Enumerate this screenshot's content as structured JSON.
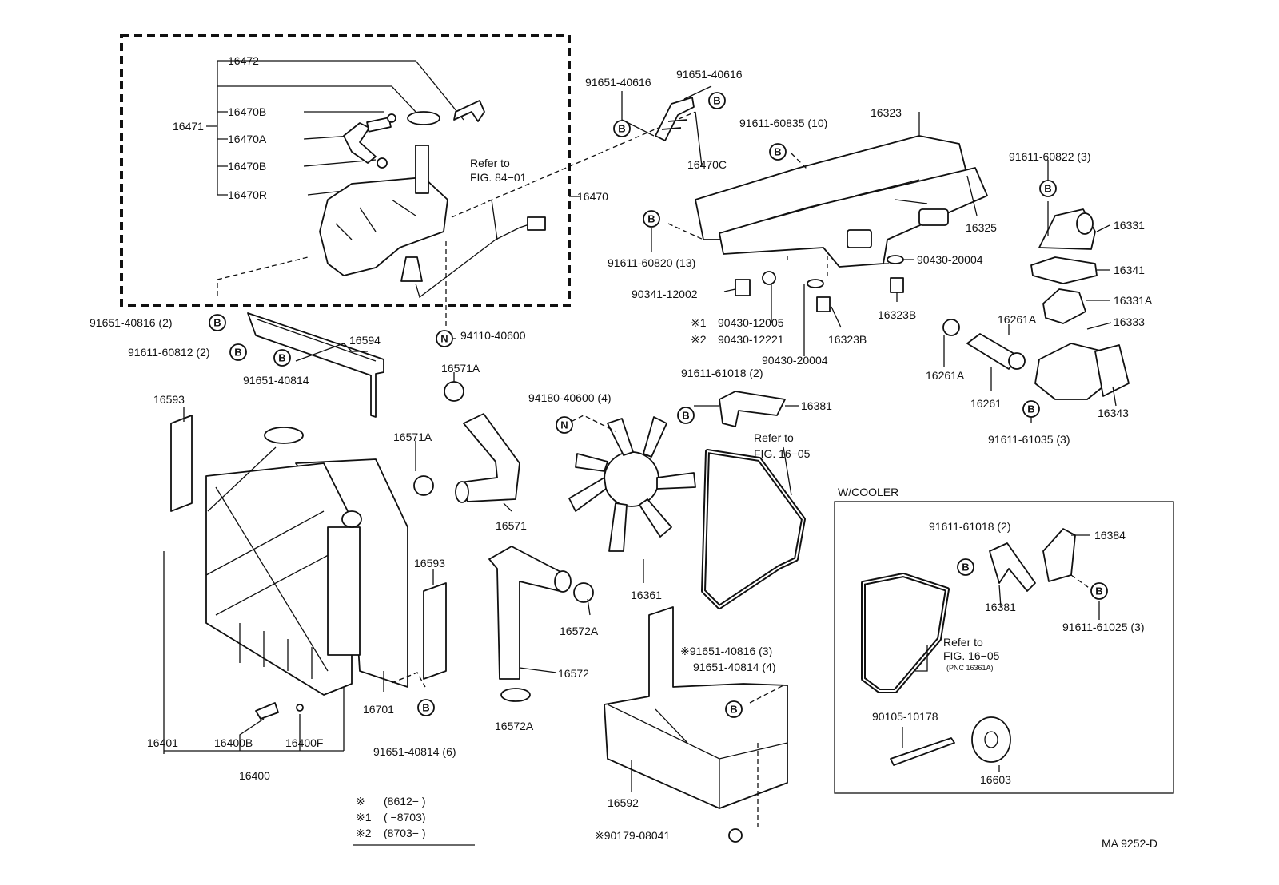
{
  "labels": {
    "p16472": "16472",
    "p16471": "16471",
    "p16470B_1": "16470B",
    "p16470A": "16470A",
    "p16470B_2": "16470B",
    "p16470R": "16470R",
    "p16470": "16470",
    "p16470C": "16470C",
    "p91651_40616_a": "91651-40616",
    "p91651_40616_b": "91651-40616",
    "refer_to_1": "Refer to",
    "fig_84_01": "FIG. 84−01",
    "p91651_40816_2": "91651-40816 (2)",
    "p94110_40600": "94110-40600",
    "p91611_60812_2": "91611-60812 (2)",
    "p91651_40814": "91651-40814",
    "p16594": "16594",
    "p16593_a": "16593",
    "p16593_b": "16593",
    "p91611_60835_10": "91611-60835 (10)",
    "p16323": "16323",
    "p16325": "16325",
    "p91611_60820_13": "91611-60820 (13)",
    "p90430_20004_a": "90430-20004",
    "p90341_12002": "90341-12002",
    "p90430_12005": "90430-12005",
    "p90430_12221": "90430-12221",
    "mk_1": "※1",
    "mk_2": "※2",
    "p90430_20004_b": "90430-20004",
    "p16323B_a": "16323B",
    "p16323B_b": "16323B",
    "p91611_60822_3": "91611-60822 (3)",
    "p16331": "16331",
    "p16341": "16341",
    "p16331A": "16331A",
    "p16333": "16333",
    "p16261A_a": "16261A",
    "p16261A_b": "16261A",
    "p16261": "16261",
    "p16343": "16343",
    "p91611_61035_3": "91611-61035 (3)",
    "p16571A_a": "16571A",
    "p16571A_b": "16571A",
    "p16571": "16571",
    "p94180_40600_4": "94180-40600 (4)",
    "p91611_61018_2_a": "91611-61018 (2)",
    "p16381_a": "16381",
    "refer_to_2": "Refer to",
    "fig_16_05_a": "FIG. 16−05",
    "p16361": "16361",
    "p16572A_a": "16572A",
    "p16572": "16572",
    "p16572A_b": "16572A",
    "p16401": "16401",
    "p16400B": "16400B",
    "p16400F": "16400F",
    "p16400": "16400",
    "p16701": "16701",
    "p91651_40814_6": "91651-40814 (6)",
    "p91651_40816_3": "※91651-40816 (3)",
    "p91651_40814_4": "91651-40814 (4)",
    "p16592": "16592",
    "p90179_08041": "※90179-08041",
    "w_cooler": "W/COOLER",
    "p91611_61018_2_b": "91611-61018 (2)",
    "p16384": "16384",
    "p16381_b": "16381",
    "p91611_61025_3": "91611-61025 (3)",
    "refer_to_3": "Refer to",
    "fig_16_05_b": "FIG. 16−05",
    "pnc_16361A": "(PNC 16361A)",
    "p90105_10178": "90105-10178",
    "p16603": "16603",
    "legend_mark_0": "※",
    "legend_val_0": "(8612−        )",
    "legend_mark_1": "※1",
    "legend_val_1": "(         −8703)",
    "legend_mark_2": "※2",
    "legend_val_2": "(8703−        )",
    "drawing_no": "MA 9252-D"
  },
  "markers": {
    "bolt": "B",
    "nut": "N"
  }
}
